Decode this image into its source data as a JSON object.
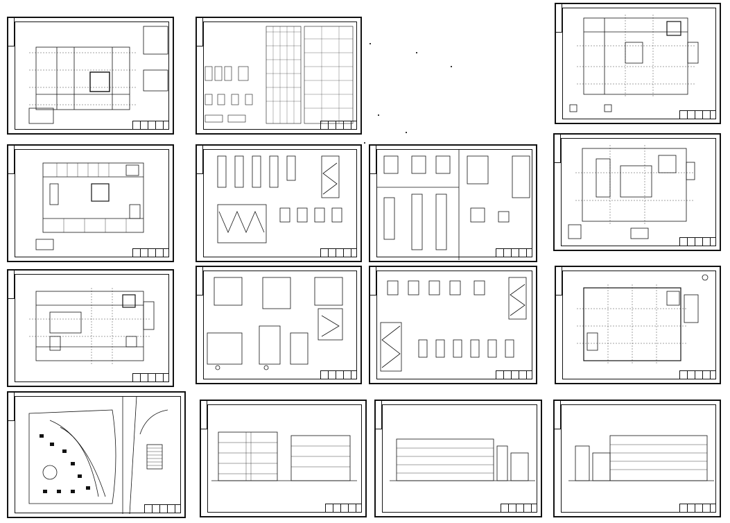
{
  "sheets": [
    {
      "kind": "plan-small"
    },
    {
      "kind": "schedule"
    },
    {
      "kind": "plan"
    },
    {
      "kind": "plan"
    },
    {
      "kind": "stairs"
    },
    {
      "kind": "details"
    },
    {
      "kind": "plan"
    },
    {
      "kind": "plan"
    },
    {
      "kind": "toilets"
    },
    {
      "kind": "details"
    },
    {
      "kind": "plan-large"
    },
    {
      "kind": "site"
    },
    {
      "kind": "elevation"
    },
    {
      "kind": "elevation-long"
    },
    {
      "kind": "elevation-long"
    }
  ],
  "colors": {
    "line": "#111111",
    "paper": "#ffffff"
  }
}
